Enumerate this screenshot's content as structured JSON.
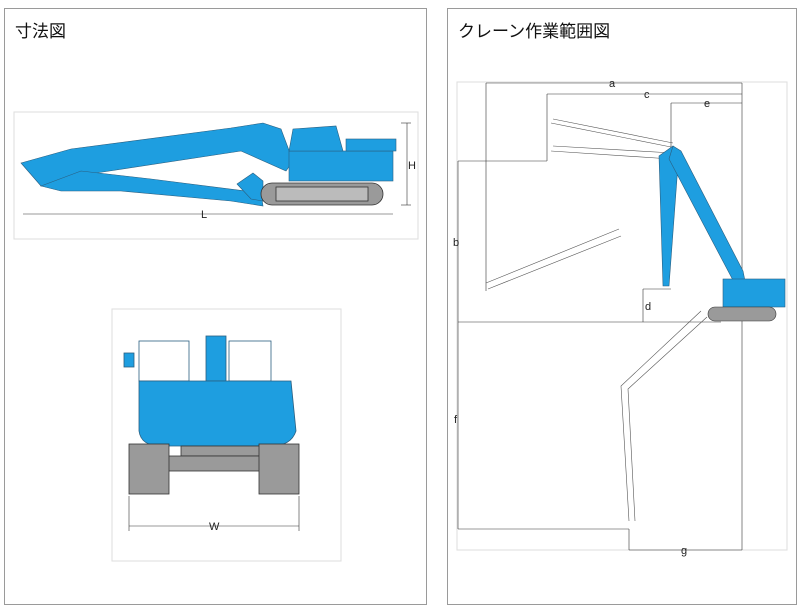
{
  "dimensions_panel": {
    "title": "寸法図",
    "side_view": {
      "height_label": "H",
      "length_label": "L"
    },
    "front_view": {
      "width_label": "W"
    }
  },
  "crane_panel": {
    "title": "クレーン作業範囲図",
    "labels": {
      "a": "a",
      "b": "b",
      "c": "c",
      "d": "d",
      "e": "e",
      "f": "f",
      "g": "g"
    }
  },
  "colors": {
    "machine": "#1e9ee0",
    "outline": "#333333",
    "track": "#999999"
  }
}
